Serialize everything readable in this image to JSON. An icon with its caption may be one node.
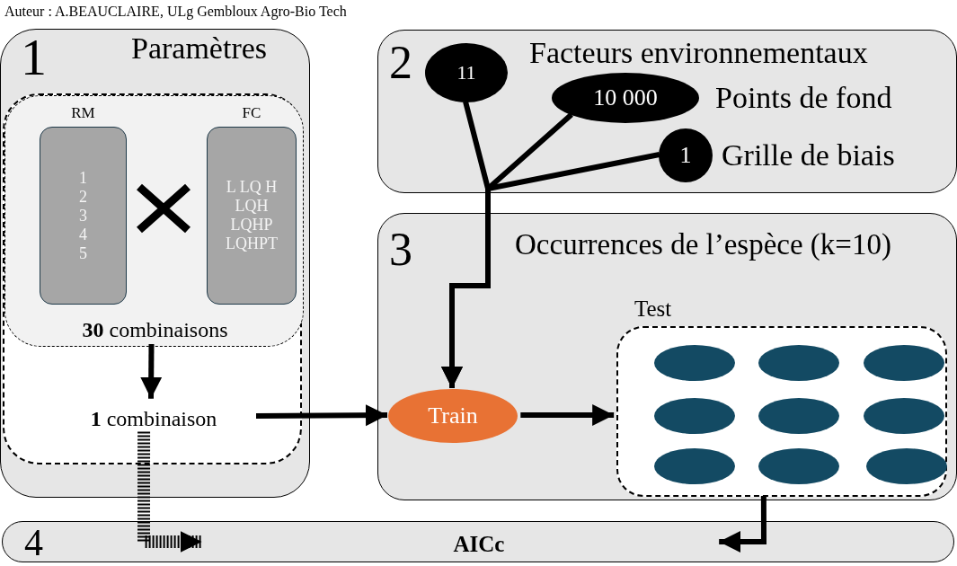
{
  "diagram": {
    "nodes": [
      {
        "text": [
          "1",
          "Paramètres"
        ]
      },
      {
        "text": [],
        "shape": "box",
        "in": 0
      },
      {
        "text": [
          "**30** combinaisons"
        ],
        "in": 1
      },
      {
        "text": [
          "RM",
          "1 2 3 4 5"
        ],
        "in": 2
      },
      {
        "text": [
          "FC",
          "L LQ H LQH LQHP LQHPT"
        ],
        "in": 2
      },
      {
        "text": [
          "**1** combinaison"
        ],
        "in": 1
      },
      {
        "text": [
          "2",
          "Facteurs environnementaux"
        ]
      },
      {
        "text": [
          "11"
        ],
        "in": 6
      },
      {
        "text": [
          "10 000"
        ],
        "beside": [
          "Points de fond"
        ],
        "in": 6
      },
      {
        "text": [
          "1"
        ],
        "beside": [
          "Grille de biais"
        ],
        "in": 6
      },
      {
        "text": [
          "3",
          "Occurrences de l’espèce (k=10)"
        ]
      },
      {
        "text": [
          "Train"
        ],
        "in": 10
      },
      {
        "text": [
          "Test"
        ],
        "in": 10
      },
      {
        "text": [],
        "shape": "ellipse",
        "in": 12
      },
      {
        "text": [],
        "shape": "ellipse",
        "in": 12
      },
      {
        "text": [],
        "shape": "ellipse",
        "in": 12
      },
      {
        "text": [],
        "shape": "ellipse",
        "in": 12
      },
      {
        "text": [],
        "shape": "ellipse",
        "in": 12
      },
      {
        "text": [],
        "shape": "ellipse",
        "in": 12
      },
      {
        "text": [],
        "shape": "ellipse",
        "in": 12
      },
      {
        "text": [],
        "shape": "ellipse",
        "in": 12
      },
      {
        "text": [],
        "shape": "ellipse",
        "in": 12
      },
      {
        "text": [
          "4",
          "AICc"
        ]
      }
    ],
    "edges": [
      {
        "from": 7,
        "to": 11,
        "arrow": "to"
      },
      {
        "from": 8,
        "to": 11,
        "arrow": "to"
      },
      {
        "from": 9,
        "to": 11,
        "arrow": "to"
      },
      {
        "from": 2,
        "to": 5,
        "arrow": "to"
      },
      {
        "from": 5,
        "to": 11,
        "arrow": "to"
      },
      {
        "from": 11,
        "to": 12,
        "arrow": "to"
      },
      {
        "from": 12,
        "to": 22,
        "arrow": "to"
      },
      {
        "from": 5,
        "to": 22,
        "arrow": "to",
        "style": "dashed"
      }
    ],
    "labels": [
      "Auteur : A.BEAUCLAIRE, ULg Gembloux Agro-Bio Tech"
    ]
  }
}
